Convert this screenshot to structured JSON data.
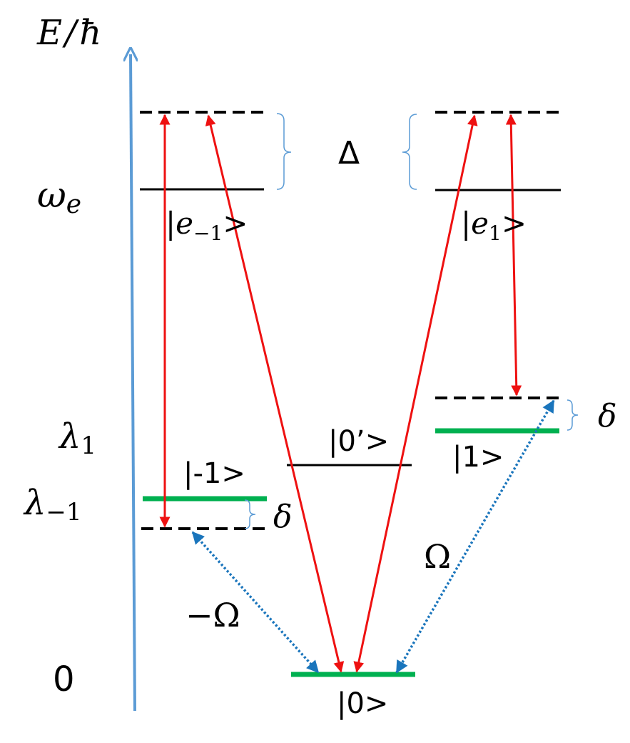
{
  "axis": {
    "label_E": "E",
    "label_slash": "/",
    "label_hbar": "ħ",
    "color": "#5B9BD5"
  },
  "level_labels": {
    "omega": "ω",
    "omega_sub": "e",
    "lambda1": "λ",
    "lambda1_sub": "1",
    "lambda_m1": "λ",
    "lambda_m1_sub": "−1",
    "zero": "0"
  },
  "state_labels": {
    "e_minus1_open": "|e",
    "e_minus1_sub": "−1",
    "e_minus1_close": ">",
    "e1_open": "|e",
    "e1_sub": "1",
    "e1_close": ">",
    "ket_0prime": "|0’>",
    "ket_1": "|1>",
    "ket_minus1": "|-1>",
    "ket_0": "|0>"
  },
  "symbols": {
    "Delta": "Δ",
    "delta_right": "δ",
    "delta_left": "δ",
    "Omega": "Ω",
    "minus_Omega": "−Ω"
  },
  "colors": {
    "laser": "#EE1111",
    "ground_level": "#00B050",
    "coupling": "#1A75BC",
    "brace": "#5B9BD5",
    "level": "#000000"
  }
}
